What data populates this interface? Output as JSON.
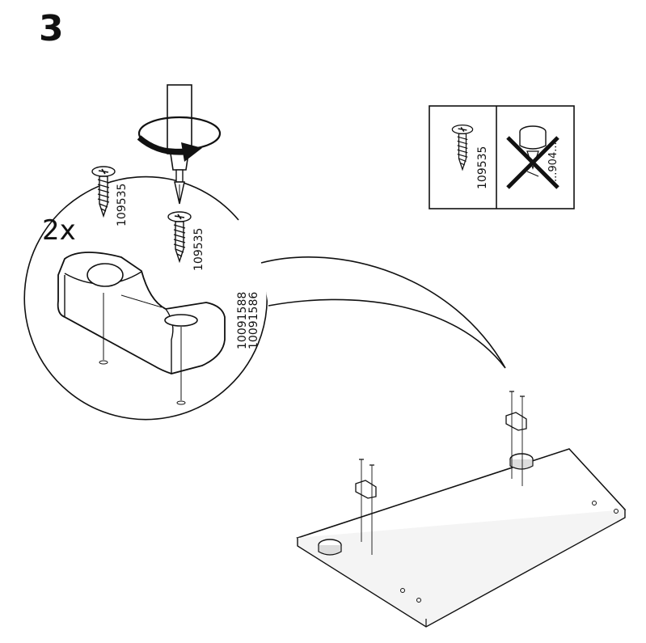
{
  "step": {
    "number": "3",
    "quantity": "2x"
  },
  "part_codes": {
    "screw_left": "109535",
    "screw_right": "109535",
    "bracket_code_1": "10091588",
    "bracket_code_2": "10091586",
    "panel_ok_screw": "109535",
    "panel_wrong_screw": "...904..."
  },
  "icons": {
    "screwdriver": "screwdriver-icon",
    "rotation": "clockwise-arrow-icon",
    "wrong": "cross-out-icon"
  }
}
